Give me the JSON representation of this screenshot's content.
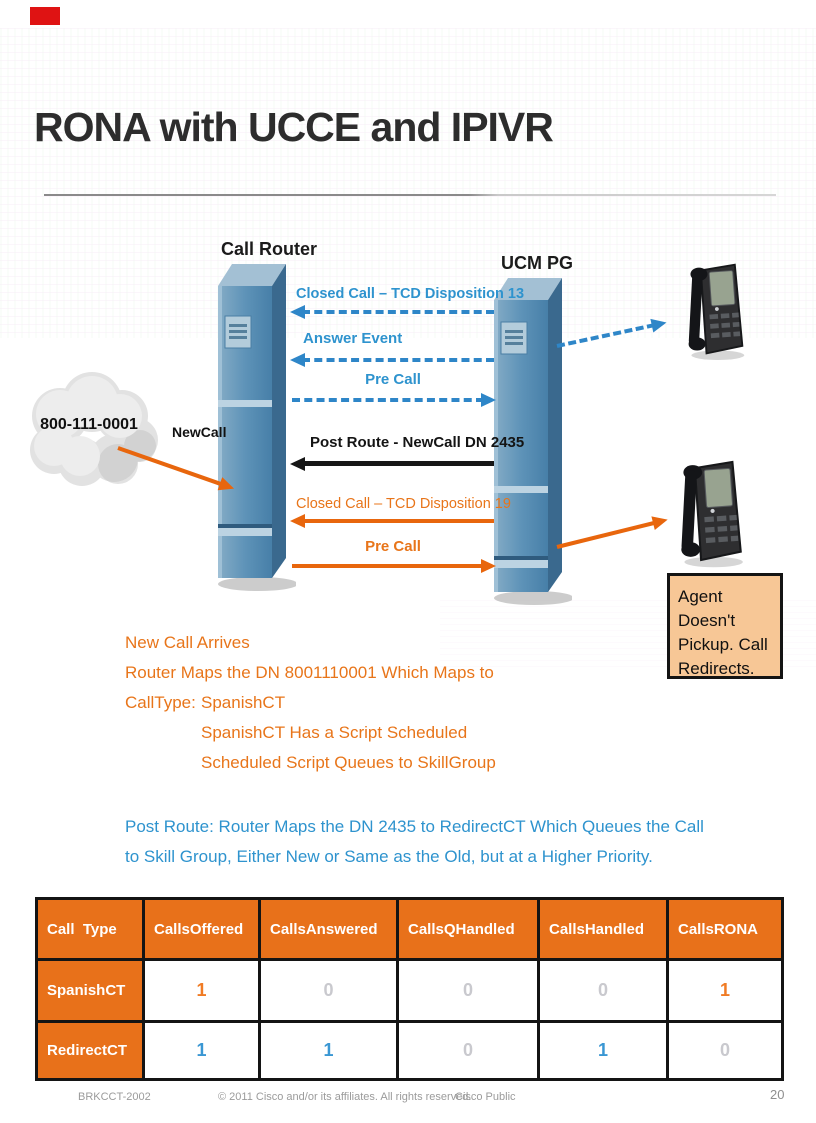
{
  "slide": {
    "title": "RONA with UCCE and IPIVR",
    "page_number": "20"
  },
  "diagram": {
    "call_router_label": "Call Router",
    "ucm_pg_label": "UCM PG",
    "cloud_number": "800-111-0001",
    "newcall_label": "NewCall",
    "arrows": {
      "closed_call_13": "Closed Call – TCD Disposition 13",
      "answer_event": "Answer Event",
      "pre_call_blue": "Pre Call",
      "post_route": "Post Route - NewCall DN 2435",
      "closed_call_19": "Closed Call – TCD Disposition 19",
      "pre_call_orange": "Pre Call"
    },
    "agent_box_text": "Agent Doesn't Pickup. Call Redirects.",
    "icons": {
      "cloud": "pstn-cloud-icon",
      "servers": "server-tower-icon",
      "phones": "ip-phone-icon"
    }
  },
  "notes_orange": {
    "line1": "New Call Arrives",
    "line2": "Router Maps the DN 8001110001 Which Maps to",
    "line3_label": "CallType:",
    "line3_value": "SpanishCT",
    "line4": "SpanishCT Has a Script Scheduled",
    "line5": "Scheduled Script Queues to SkillGroup"
  },
  "notes_blue": {
    "line1": "Post Route: Router Maps the DN 2435 to RedirectCT Which Queues the Call",
    "line2": "to Skill Group, Either New or Same as the Old, but at a Higher Priority."
  },
  "table": {
    "headers": [
      "Call  Type",
      "CallsOffered",
      "CallsAnswered",
      "CallsQHandled",
      "CallsHandled",
      "CallsRONA"
    ],
    "rows": [
      {
        "label": "SpanishCT",
        "values": [
          "1",
          "0",
          "0",
          "0",
          "1"
        ],
        "value_colors": [
          "orange",
          "gray",
          "gray",
          "gray",
          "orange"
        ]
      },
      {
        "label": "RedirectCT",
        "values": [
          "1",
          "1",
          "0",
          "1",
          "0"
        ],
        "value_colors": [
          "blue",
          "blue",
          "gray",
          "blue",
          "gray"
        ]
      }
    ]
  },
  "footer": {
    "left": "BRKCCT-2002",
    "copyright": "© 2011 Cisco and/or its affiliates. All rights reserved.",
    "center": "Cisco Public",
    "page": "20"
  },
  "colors": {
    "accent_orange": "#E8711A",
    "accent_blue": "#2E86C8",
    "agent_box_bg": "#F7C796",
    "zero_gray": "#C9C9CE",
    "red_mark": "#DF1313"
  }
}
